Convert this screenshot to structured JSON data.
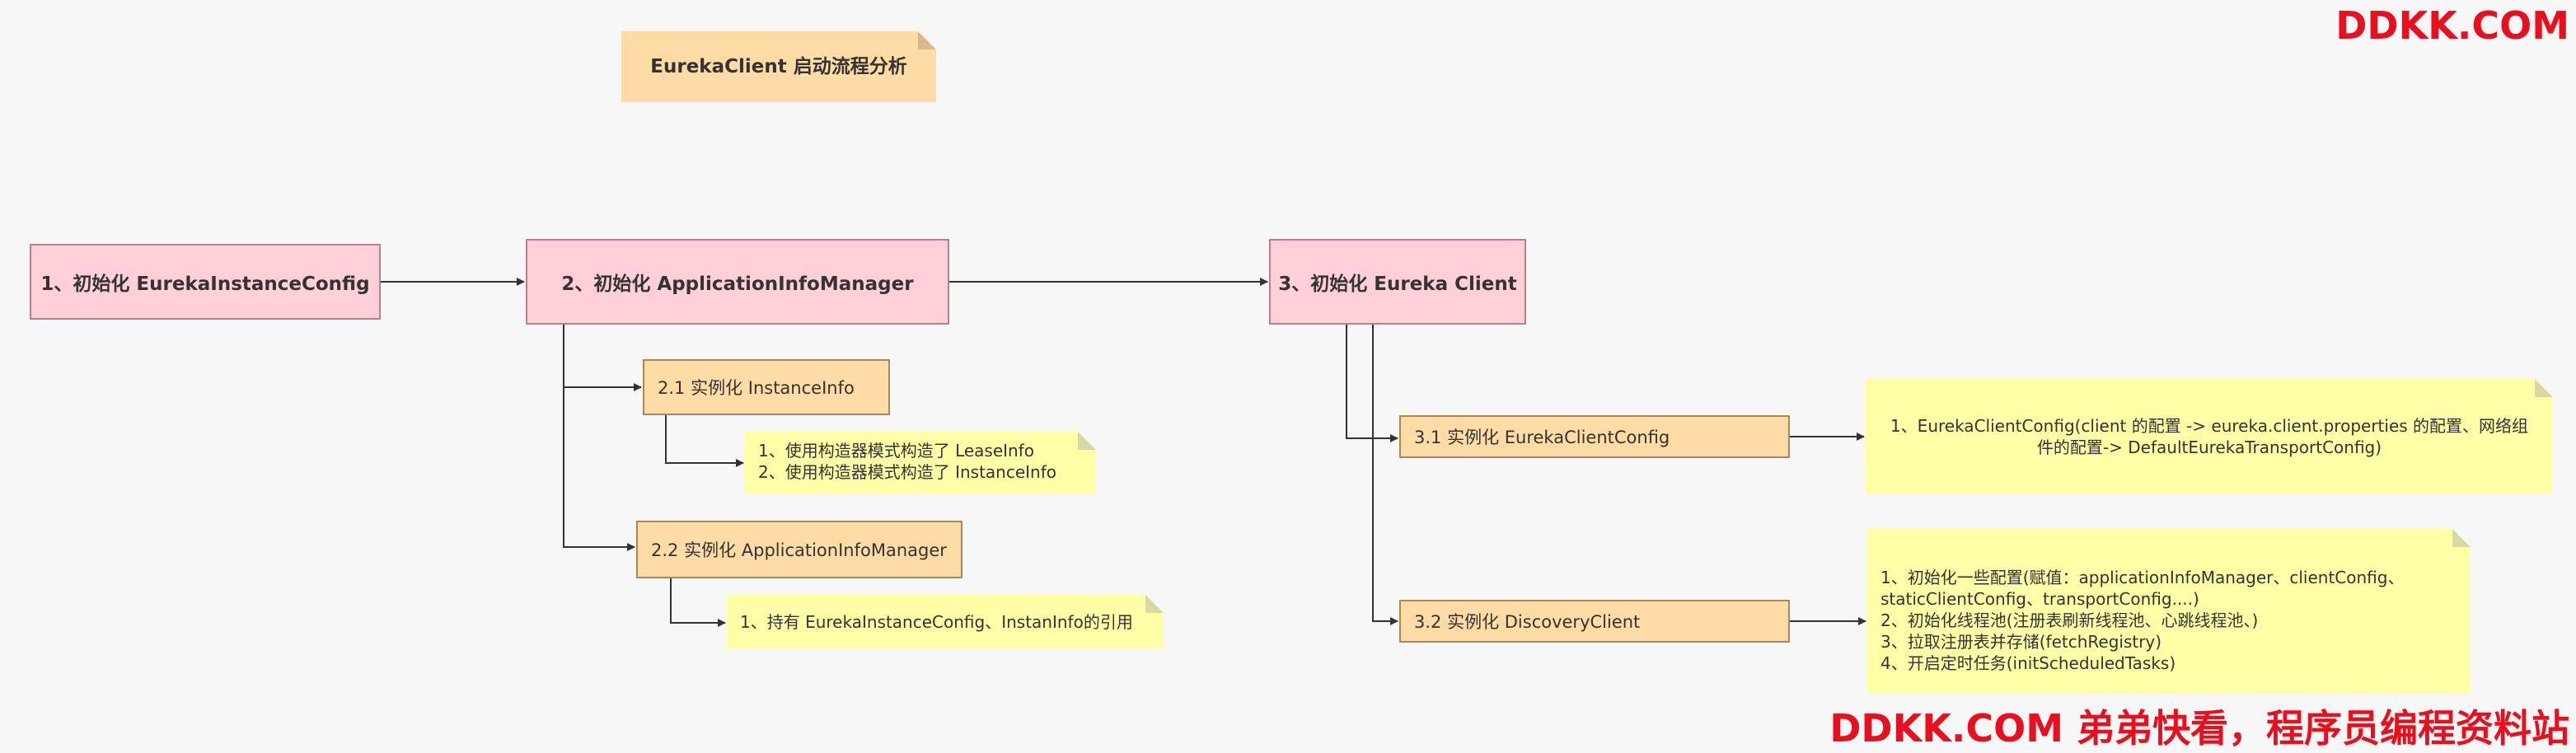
{
  "title": "EurekaClient 启动流程分析",
  "watermark_top": "DDKK.COM",
  "watermark_bottom": "DDKK.COM 弟弟快看，程序员编程资料站",
  "nodes": {
    "n1": "1、初始化 EurekaInstanceConfig",
    "n2": "2、初始化 ApplicationInfoManager",
    "n3": "3、初始化 Eureka Client",
    "n21": "2.1 实例化 InstanceInfo",
    "n22": "2.2 实例化 ApplicationInfoManager",
    "n31": "3.1 实例化 EurekaClientConfig",
    "n32": "3.2 实例化 DiscoveryClient"
  },
  "notes": {
    "note21": [
      "1、使用构造器模式构造了 LeaseInfo",
      "2、使用构造器模式构造了 InstanceInfo"
    ],
    "note22": [
      "1、持有 EurekaInstanceConfig、InstanInfo的引用"
    ],
    "note31": [
      "1、EurekaClientConfig(client 的配置 -> eureka.client.properties 的配置、网络组",
      "件的配置-> DefaultEurekaTransportConfig)"
    ],
    "note32": [
      "1、初始化一些配置(赋值：applicationInfoManager、clientConfig、",
      "staticClientConfig、transportConfig....)",
      "2、初始化线程池(注册表刷新线程池、心跳线程池、)",
      "3、拉取注册表并存储(fetchRegistry)",
      "4、开启定时任务(initScheduledTasks)"
    ]
  },
  "colors": {
    "main_node_fill": "#ffd0d8",
    "sub_node_fill": "#ffdba6",
    "note_fill": "#ffffa8",
    "watermark": "#e8101e"
  }
}
